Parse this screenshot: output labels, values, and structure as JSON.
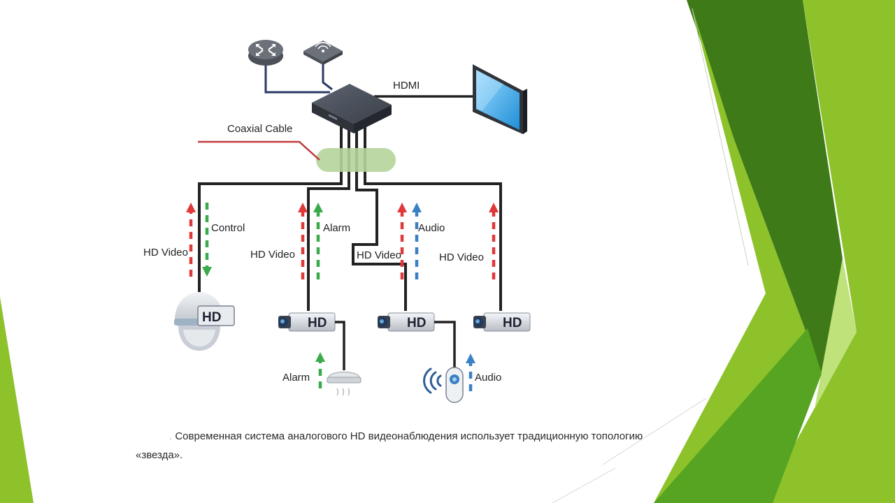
{
  "diagram": {
    "labels": {
      "hdmi": "HDMI",
      "coaxial_cable": "Coaxial Cable",
      "control": "Control",
      "alarm": "Alarm",
      "audio": "Audio",
      "hd_video": "HD Video",
      "hd_badge": "HD",
      "alarm_sensor": "Alarm",
      "audio_device": "Audio"
    },
    "icons": {
      "router": "router-icon",
      "access_point": "wireless-access-point-icon",
      "dvr": "dvr-recorder-icon",
      "monitor": "monitor-icon",
      "dome_camera": "dome-camera-icon",
      "box_camera": "box-camera-icon",
      "smoke_detector": "smoke-detector-icon",
      "audio_pickup": "audio-pickup-icon"
    },
    "colors": {
      "hd_video_arrow": "#e0393a",
      "control_arrow": "#3aaa4a",
      "alarm_arrow": "#3aaa4a",
      "audio_arrow": "#3b7fc4",
      "coax_cable": "#c0383b",
      "cable": "#222222",
      "network_cable": "#2b3a67"
    }
  },
  "caption": {
    "prefix": ".",
    "text": "Современная система аналогового HD видеонаблюдения использует традиционную топологию «звезда»."
  },
  "decor": {
    "palette": [
      "#3f7a19",
      "#8dc22b",
      "#56a421",
      "#bfe27a"
    ]
  }
}
